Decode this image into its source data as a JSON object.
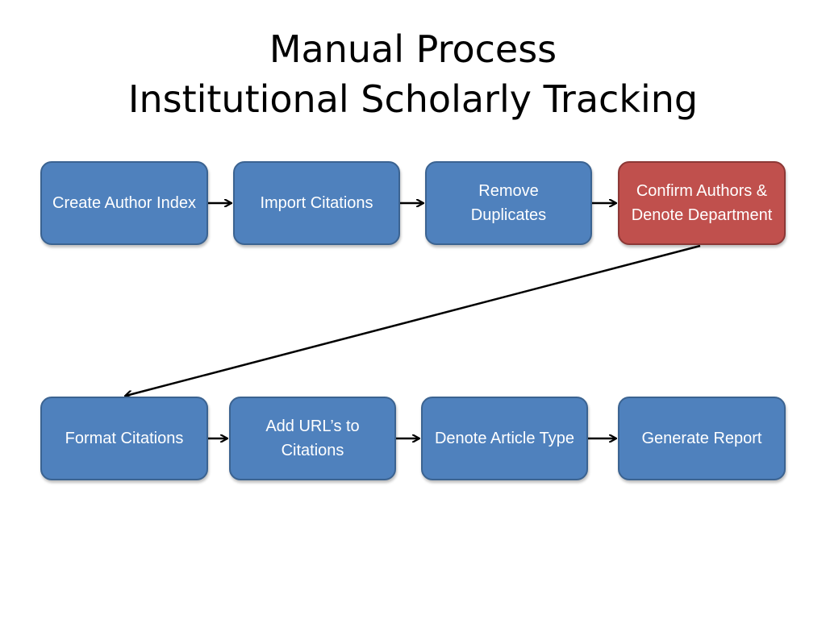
{
  "title": {
    "line1": "Manual Process",
    "line2": "Institutional Scholarly Tracking"
  },
  "steps": [
    {
      "label": "Create Author Index"
    },
    {
      "label": "Import Citations"
    },
    {
      "label": "Remove Duplicates"
    },
    {
      "label": "Confirm Authors & Denote Department"
    },
    {
      "label": "Format Citations"
    },
    {
      "label": "Add URL’s to Citations"
    },
    {
      "label": "Denote Article Type"
    },
    {
      "label": "Generate Report"
    }
  ],
  "colors": {
    "step_fill": "#4f81bd",
    "highlight_fill": "#c0504d",
    "arrow": "#000000"
  }
}
